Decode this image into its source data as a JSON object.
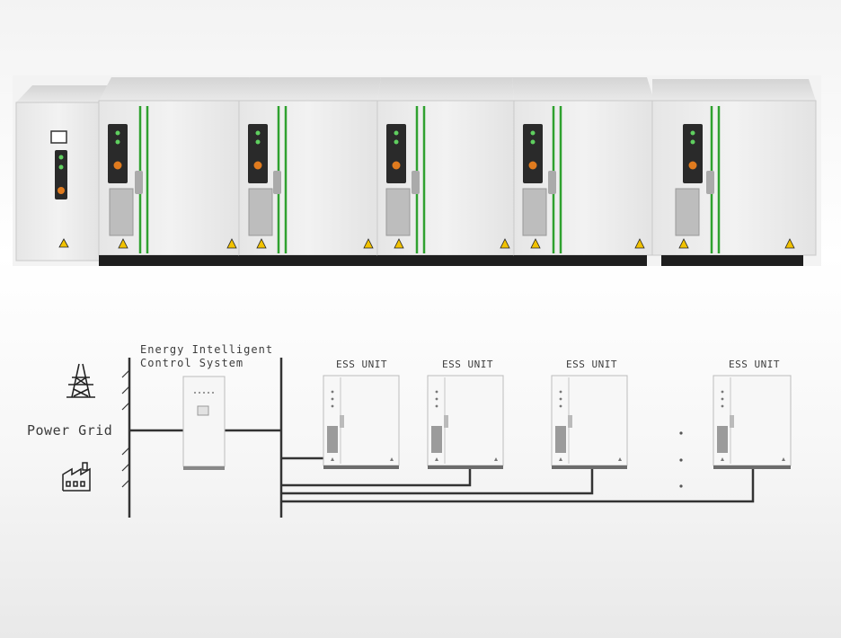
{
  "diagram": {
    "power_grid_label": "Power Grid",
    "ecs_label_line1": "Energy Intelligent",
    "ecs_label_line2": "Control System",
    "ess_units": [
      {
        "label": "ESS UNIT"
      },
      {
        "label": "ESS UNIT"
      },
      {
        "label": "ESS UNIT"
      },
      {
        "label": "ESS UNIT"
      }
    ],
    "icons": [
      "transmission-tower-icon",
      "factory-icon",
      "warning-icon"
    ]
  },
  "colors": {
    "cabinet_body": "#ededed",
    "cabinet_roof": "#d9d9d9",
    "accent_green": "#2fa12f",
    "base": "#1e1e1e",
    "line": "#333333",
    "warning_yellow": "#f2c200"
  }
}
